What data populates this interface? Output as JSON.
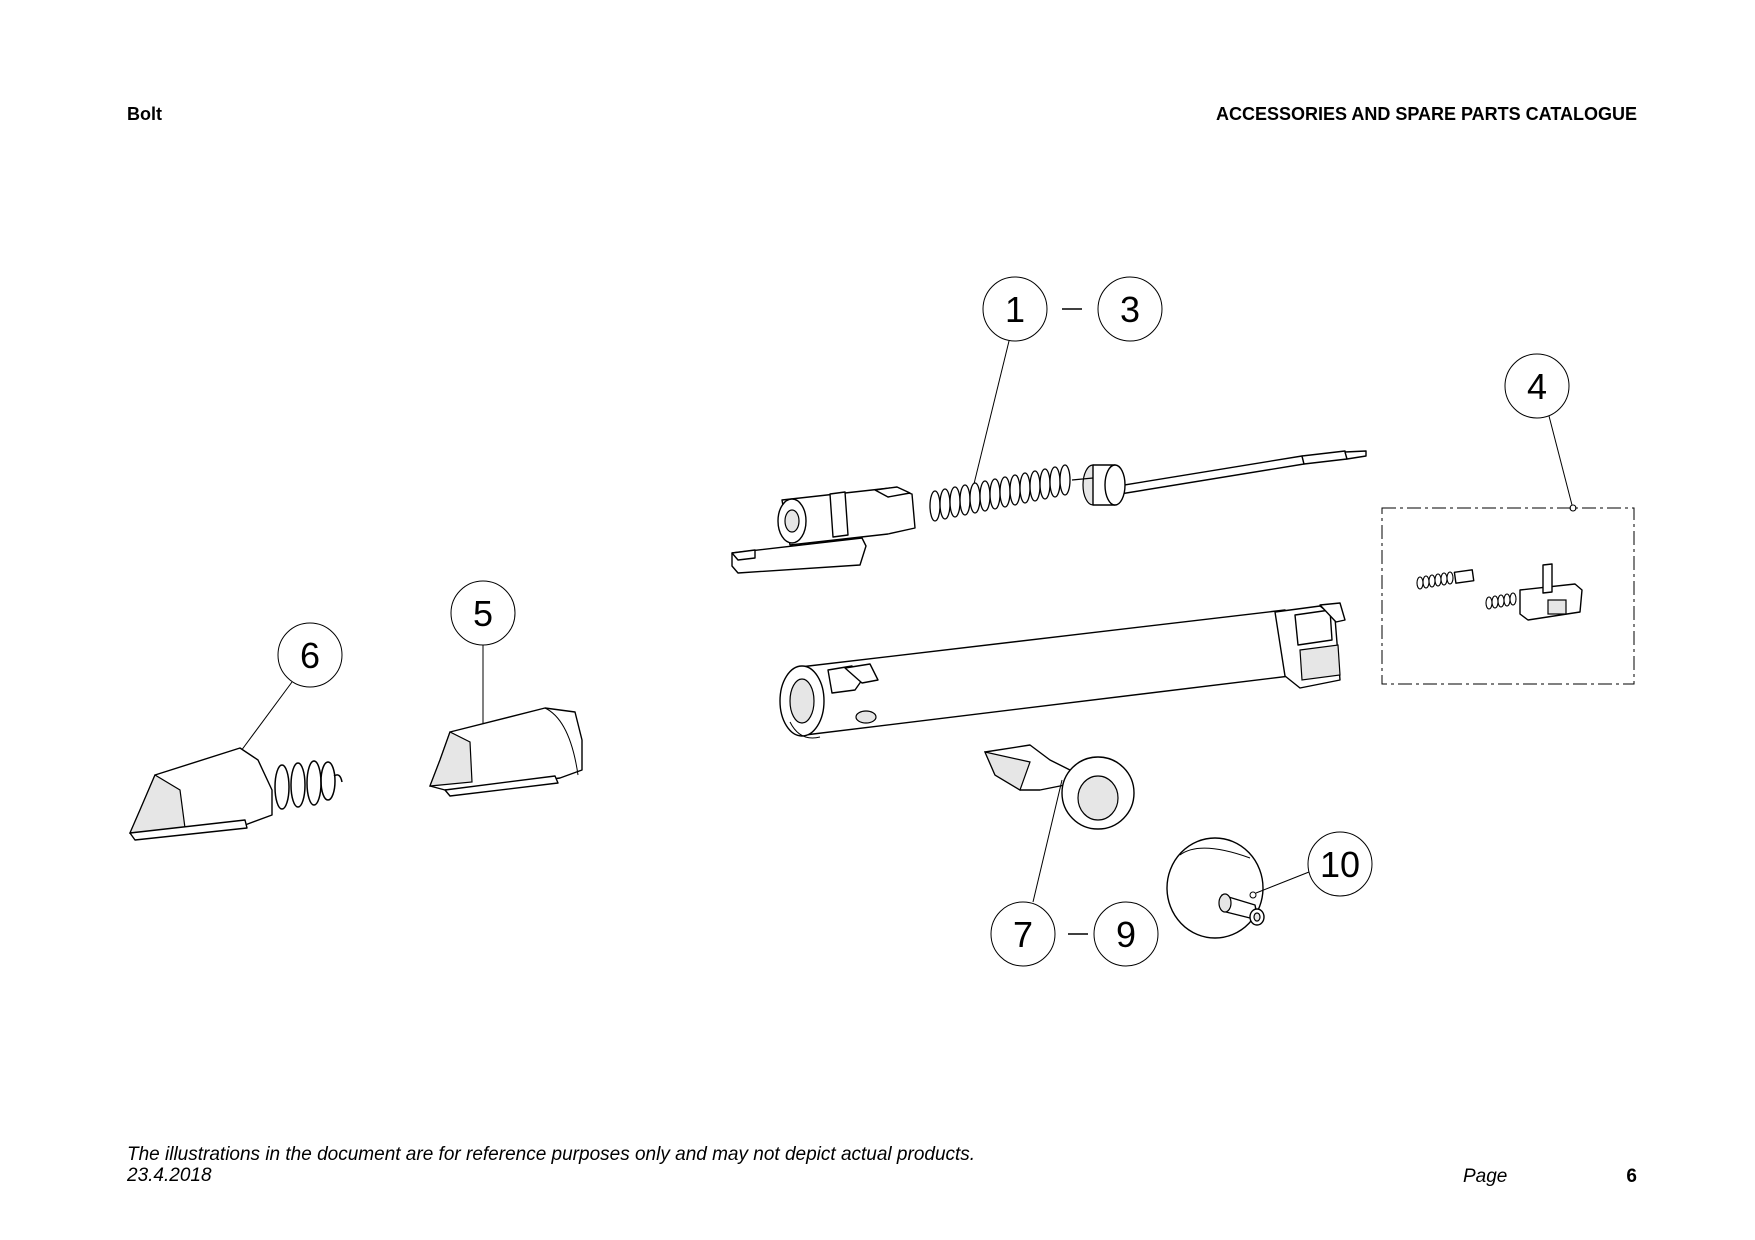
{
  "header": {
    "section_title": "Bolt",
    "catalogue_title": "ACCESSORIES AND SPARE PARTS CATALOGUE"
  },
  "callouts": {
    "c1": "1",
    "c3": "3",
    "c4": "4",
    "c5": "5",
    "c6": "6",
    "c7": "7",
    "c9": "9",
    "c10": "10"
  },
  "footer": {
    "disclaimer": "The illustrations in the document are for reference purposes only and may not depict actual products.",
    "date": "23.4.2018",
    "page_label": "Page",
    "page_number": "6"
  }
}
